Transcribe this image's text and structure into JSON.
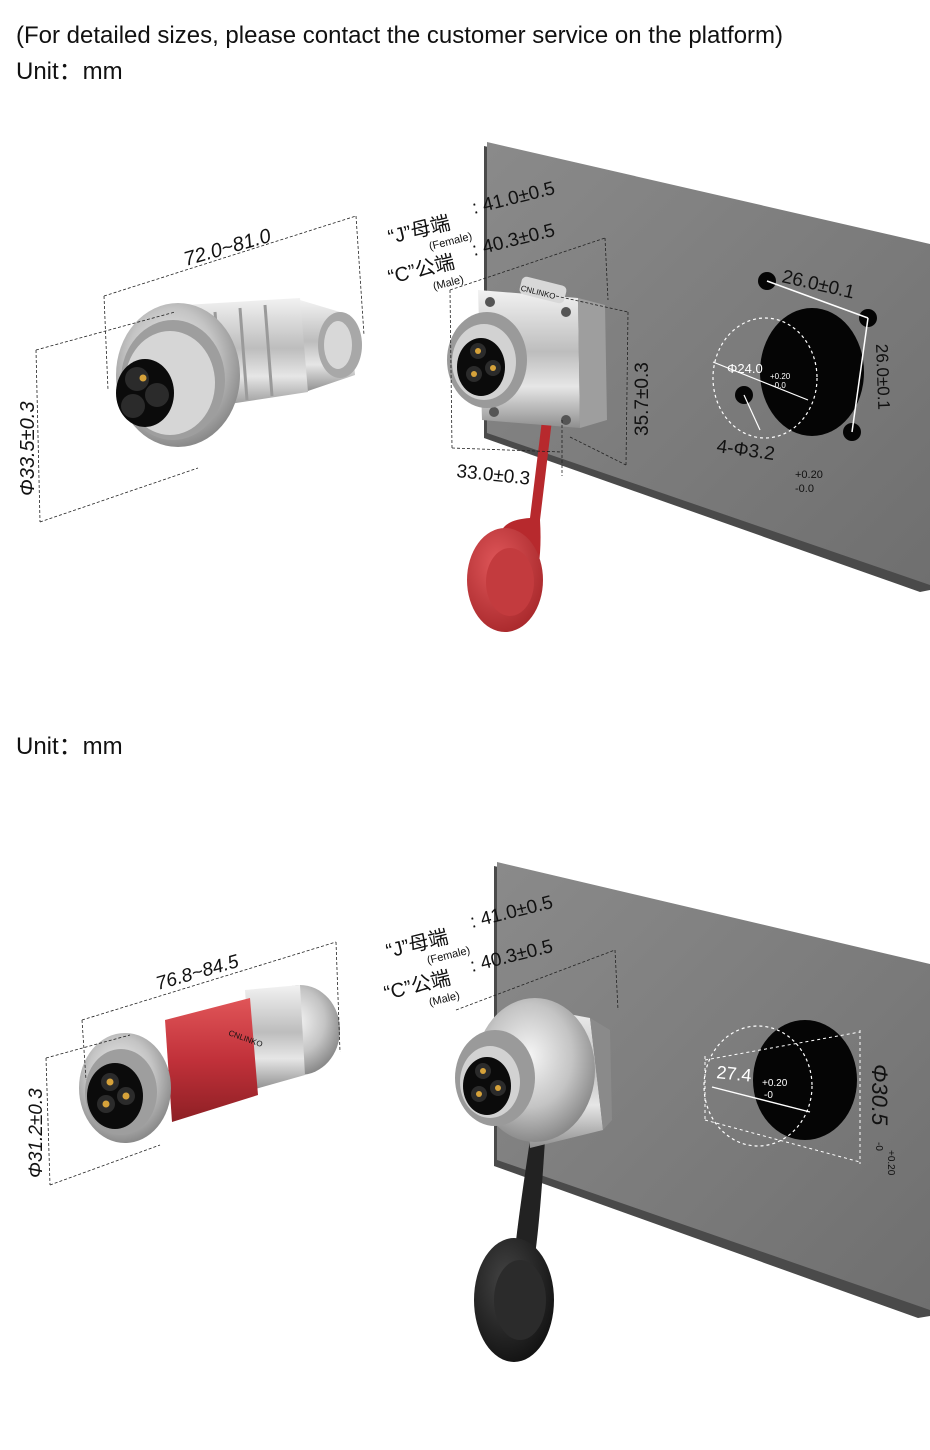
{
  "header": {
    "note": "(For detailed sizes, please contact the customer service on the platform)",
    "unit_top": "Unit：mm",
    "unit_bottom": "Unit：mm"
  },
  "colors": {
    "panel": "#7c7c7c",
    "panel_edge": "#4a4a4a",
    "hole": "#050505",
    "metal": "#c9c9c9",
    "red_cap": "#c9383a",
    "black_cap": "#222222",
    "red_sleeve": "#c7363a"
  },
  "section1": {
    "plug_length": "72.0~81.0",
    "plug_diameter": "Φ33.5±0.3",
    "female_label": "“J”母端",
    "female_sub": "(Female)",
    "female_value": ": 41.0±0.5",
    "male_label": "“C”公端",
    "male_sub": "(Male)",
    "male_value": ": 40.3±0.5",
    "flange_height": "35.7±0.3",
    "flange_width": "33.0±0.3",
    "hole_spacing_h": "26.0±0.1",
    "hole_spacing_v": "26.0±0.1",
    "panel_hole_dia": "Φ24.0",
    "panel_hole_tol_plus": "+0.20",
    "panel_hole_tol_minus": "-0.0",
    "screw_holes": "4-Φ3.2",
    "screw_tol_plus": "+0.20",
    "screw_tol_minus": "-0.0",
    "flange_logo": "CNLINKO"
  },
  "section2": {
    "plug_length": "76.8~84.5",
    "plug_diameter": "Φ31.2±0.3",
    "female_label": "“J”母端",
    "female_sub": "(Female)",
    "female_value": ": 41.0±0.5",
    "male_label": "“C”公端",
    "male_sub": "(Male)",
    "male_value": ": 40.3±0.5",
    "cut_width": "27.4",
    "cut_tol_plus": "+0.20",
    "cut_tol_minus": "-0",
    "panel_hole_dia": "Φ30.5",
    "panel_tol_plus": "+0.20",
    "panel_tol_minus": "-0",
    "sleeve_logo": "CNLINKO"
  }
}
